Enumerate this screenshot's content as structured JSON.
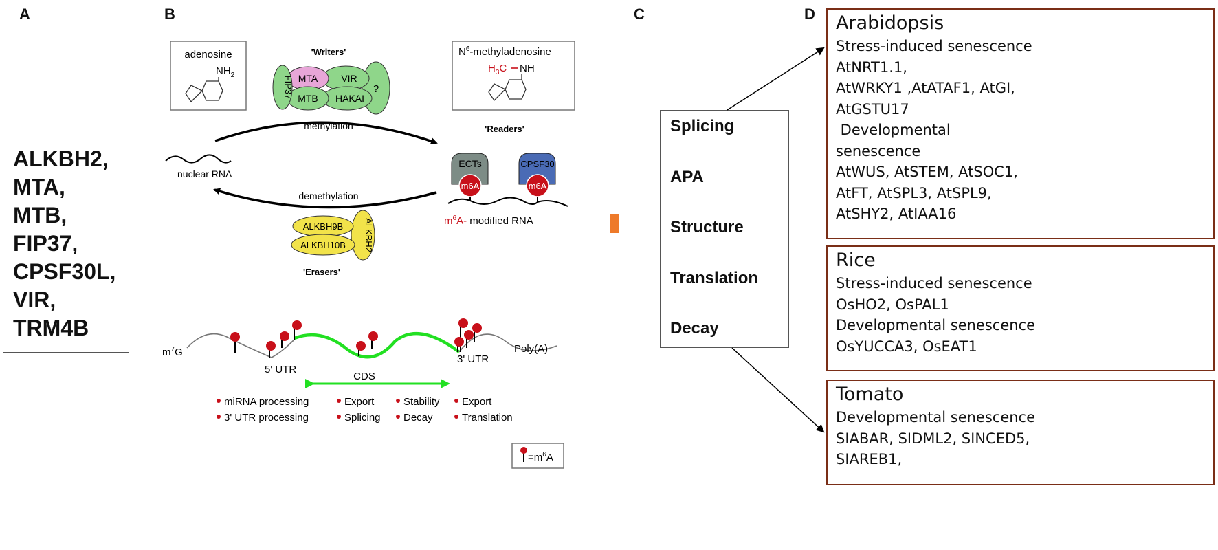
{
  "panels": {
    "a": "A",
    "b": "B",
    "c": "C",
    "d": "D"
  },
  "panel_a": {
    "genes": [
      "ALKBH2,",
      "MTA,",
      "MTB,",
      "FIP37,",
      "CPSF30L,",
      "VIR,",
      "TRM4B"
    ]
  },
  "panel_b": {
    "adenosine": "adenosine",
    "nh2": "NH",
    "nh2_sub": "2",
    "m6a_title_prefix": "N",
    "m6a_title_sup": "6",
    "m6a_title_rest": "-methyladenosine",
    "h3c_h": "H",
    "h3c_sub": "3",
    "h3c_c": "C",
    "nh": "NH",
    "writers": "'Writers'",
    "readers": "'Readers'",
    "erasers": "'Erasers'",
    "writer_proteins": {
      "fip37": "FIP37",
      "mta": "MTA",
      "vir": "VIR",
      "mtb": "MTB",
      "hakai": "HAKAI",
      "unknown": "?"
    },
    "reader_proteins": {
      "ects": "ECTs",
      "cpsf30": "CPSF30",
      "m6a": "m6A"
    },
    "eraser_proteins": {
      "alkbh9b": "ALKBH9B",
      "alkbh10b": "ALKBH10B",
      "alkbh2": "ALKBH2"
    },
    "methylation": "methylation",
    "demethylation": "demethylation",
    "nuclear_rna": "nuclear RNA",
    "modified_rna_m": "m",
    "modified_rna_sup": "6",
    "modified_rna_a": "A-",
    "modified_rna_rest": " modified RNA",
    "mrna": {
      "cap_m": "m",
      "cap_sup": "7",
      "cap_g": "G",
      "utr5": "5' UTR",
      "utr3": "3' UTR",
      "cds": "CDS",
      "polya": "Poly(A)"
    },
    "functions": [
      [
        "miRNA processing",
        "3' UTR processing"
      ],
      [
        "Export",
        "Splicing"
      ],
      [
        "Stability",
        "Decay"
      ],
      [
        "Export",
        "Translation"
      ]
    ],
    "legend": {
      "eq": "=m",
      "sup": "6",
      "a": "A"
    }
  },
  "panel_c": {
    "processes": [
      "Splicing",
      "APA",
      "Structure",
      "Translation",
      "Decay"
    ]
  },
  "panel_d": [
    {
      "species": "Arabidopsis",
      "lines": [
        "Stress-induced senescence",
        "AtNRT1.1,",
        "AtWRKY1 ,AtATAF1, AtGI,",
        "AtGSTU17",
        " Developmental",
        "senescence",
        "AtWUS, AtSTEM, AtSOC1,",
        "AtFT, AtSPL3, AtSPL9,",
        "AtSHY2, AtIAA16"
      ]
    },
    {
      "species": "Rice",
      "lines": [
        "Stress-induced senescence",
        "OsHO2, OsPAL1",
        "Developmental senescence",
        "OsYUCCA3, OsEAT1"
      ]
    },
    {
      "species": "Tomato",
      "lines": [
        "Developmental senescence",
        "SIABAR, SIDML2, SINCED5,",
        "SIAREB1,"
      ]
    }
  ],
  "colors": {
    "writer_green": "#8fd68a",
    "mta_pink": "#e8a6d8",
    "ects_gray": "#7d8c86",
    "cpsf30_blue": "#4a6bb5",
    "eraser_yellow": "#f2e34a",
    "m6a_red": "#c8101a",
    "cds_green": "#22e022",
    "orange_arrow": "#ee7a2a",
    "box_border_d": "#7a2e17"
  }
}
